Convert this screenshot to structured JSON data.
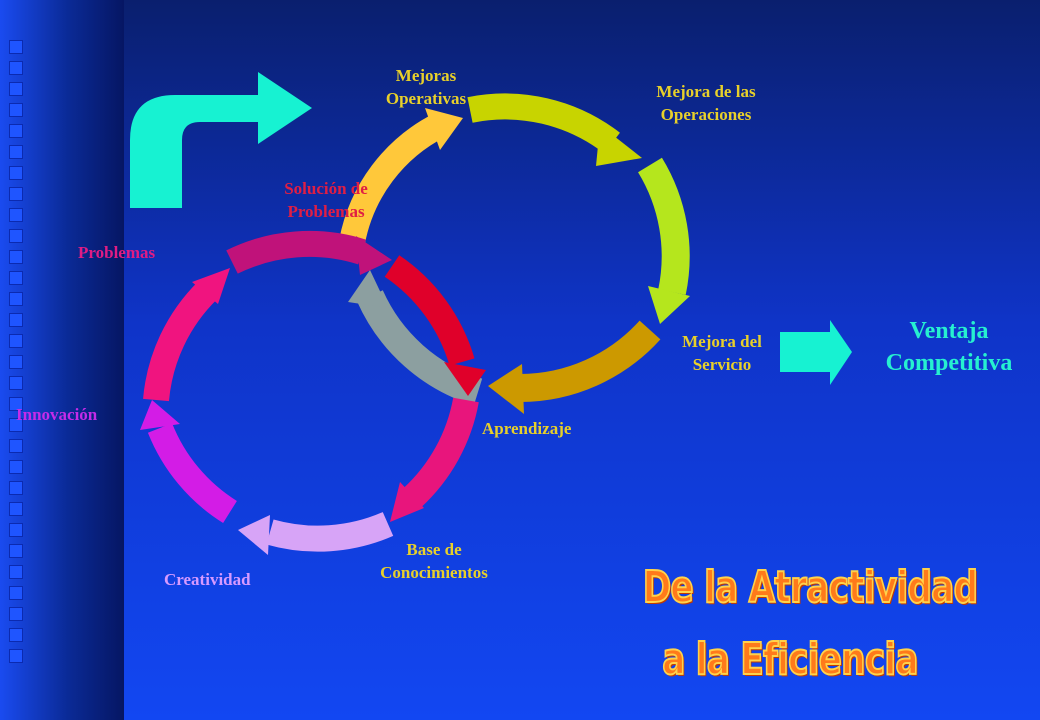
{
  "labels": {
    "mejoras_operativas": "Mejoras\nOperativas",
    "mejora_operaciones": "Mejora de las\nOperaciones",
    "solucion_problemas": "Solución de\nProblemas",
    "problemas": "Problemas",
    "mejora_servicio": "Mejora del\nServicio",
    "aprendizaje": "Aprendizaje",
    "innovacion": "Innovación",
    "base_conocimientos": "Base de\nConocimientos",
    "creatividad": "Creatividad",
    "ventaja_competitiva": "Ventaja\nCompetitiva"
  },
  "title": {
    "line1": "De la Atractividad",
    "line2": "a la Eficiencia"
  },
  "colors": {
    "label_yellow": "#e8d02a",
    "label_red": "#e01e44",
    "label_pink": "#e01c84",
    "label_magenta": "#c42be8",
    "label_purple": "#d79aff",
    "label_cyan": "#26f0d0",
    "arrow_cyan": "#17f2d2",
    "title_fill": "#ff7a1a",
    "title_stroke": "#ffd24a"
  },
  "icons": [
    "bent-arrow-icon",
    "right-arrow-icon"
  ]
}
